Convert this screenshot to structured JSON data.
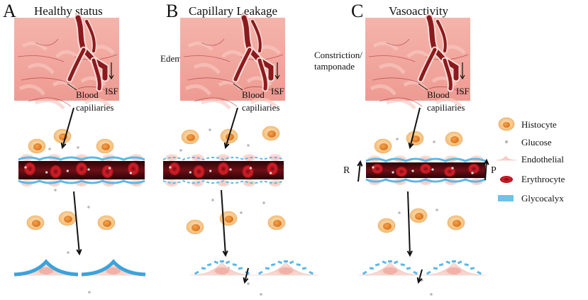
{
  "colors": {
    "tissue": "#f2a8a0",
    "tissue_dark": "#e58d86",
    "vessel": "#8b1a1e",
    "vessel_outline": "#f7d9d4",
    "histocyte_outer": "#f6c889",
    "histocyte_inner": "#e98f2f",
    "glucose": "#b8b8b8",
    "endothelial": "#f9d7cf",
    "erythrocyte": "#b5121b",
    "glycocalyx": "#5bb8e6",
    "capillary_lumen": "#4a0a0f"
  },
  "panels": [
    {
      "letter": "A",
      "title": "Healthy status",
      "side_label": [],
      "isf": "ISF",
      "blood_line1": "Blood",
      "blood_line2": "capiliaries",
      "left_arrow_label": "",
      "right_arrow_label": ""
    },
    {
      "letter": "B",
      "title": "Capillary Leakage",
      "side_label": [
        "Edema"
      ],
      "isf": "ISF",
      "blood_line1": "Blood",
      "blood_line2": "capiliaries",
      "left_arrow_label": "",
      "right_arrow_label": ""
    },
    {
      "letter": "C",
      "title": "Vasoactivity",
      "side_label": [
        "Constriction/",
        "tamponade"
      ],
      "isf": "ISF",
      "blood_line1": "Blood",
      "blood_line2": "capiliaries",
      "left_arrow_label": "R",
      "right_arrow_label": "P"
    }
  ],
  "legend": [
    {
      "icon": "histocyte-icon",
      "label": "Histocyte"
    },
    {
      "icon": "glucose-icon",
      "label": "Glucose"
    },
    {
      "icon": "endothelial-icon",
      "label": "Endothelial"
    },
    {
      "icon": "erythrocyte-icon",
      "label": "Erythrocyte"
    },
    {
      "icon": "glycocalyx-icon",
      "label": "Glycocalyx"
    }
  ]
}
